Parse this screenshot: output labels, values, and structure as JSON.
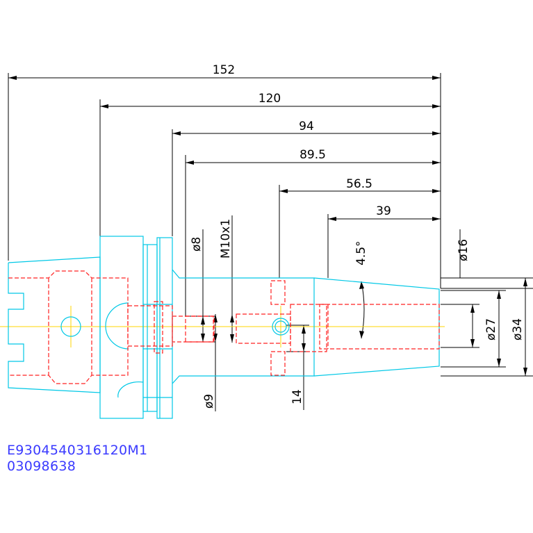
{
  "drawing": {
    "dimensions": {
      "len_152": "152",
      "len_120": "120",
      "len_94": "94",
      "len_89_5": "89.5",
      "len_56_5": "56.5",
      "len_39": "39",
      "dia_8": "ø8",
      "thread_m10": "M10x1",
      "dia_9": "ø9",
      "len_14": "14",
      "angle": "4.5°",
      "dia_16": "ø16",
      "dia_27": "ø27",
      "dia_34": "ø34"
    },
    "part_number": "E9304540316120M1",
    "order_number": "03098638"
  },
  "colors": {
    "outline": "#00c8e6",
    "hidden": "#ff2020",
    "centerline": "#ffd400",
    "dimension": "#000000",
    "code_text": "#3a3aff"
  }
}
